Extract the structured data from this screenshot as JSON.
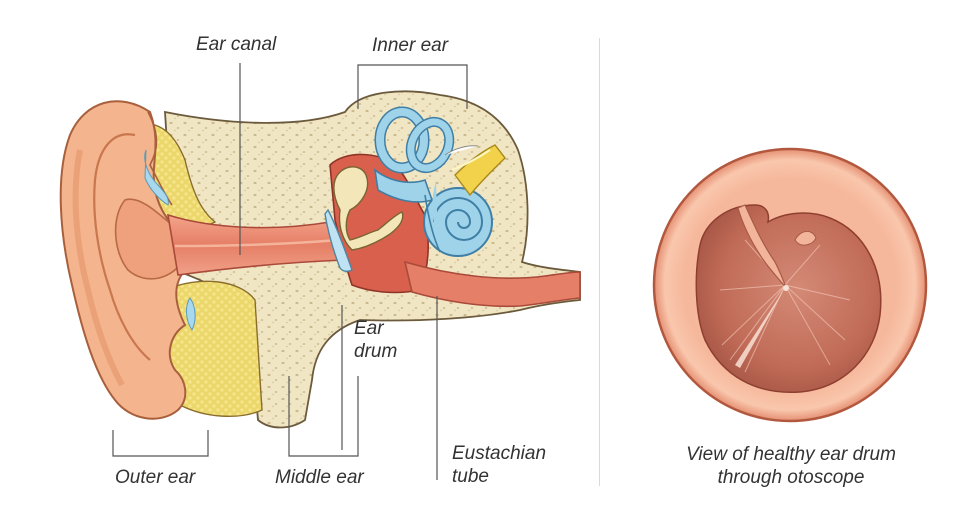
{
  "labels": {
    "ear_canal": "Ear canal",
    "inner_ear": "Inner ear",
    "ear_drum_line1": "Ear",
    "ear_drum_line2": "drum",
    "outer_ear": "Outer ear",
    "middle_ear": "Middle ear",
    "eustachian_line1": "Eustachian",
    "eustachian_line2": "tube",
    "otoscope_line1": "View of healthy ear drum",
    "otoscope_line2": "through otoscope"
  },
  "colors": {
    "skin": "#f4b48e",
    "skin_shadow": "#e89670",
    "bone": "#f1e6c4",
    "bone_dot": "#c9b98e",
    "fat": "#ecd96e",
    "canal": "#e8876e",
    "canal_dark": "#cf5a4a",
    "cochlea": "#9fd3ea",
    "nerve": "#f2d24a",
    "leader": "#555555",
    "divider": "#d9d9d9",
    "drum": "#c97a66"
  },
  "icons": [
    "ear-anatomy-illustration",
    "otoscope-view-illustration"
  ]
}
